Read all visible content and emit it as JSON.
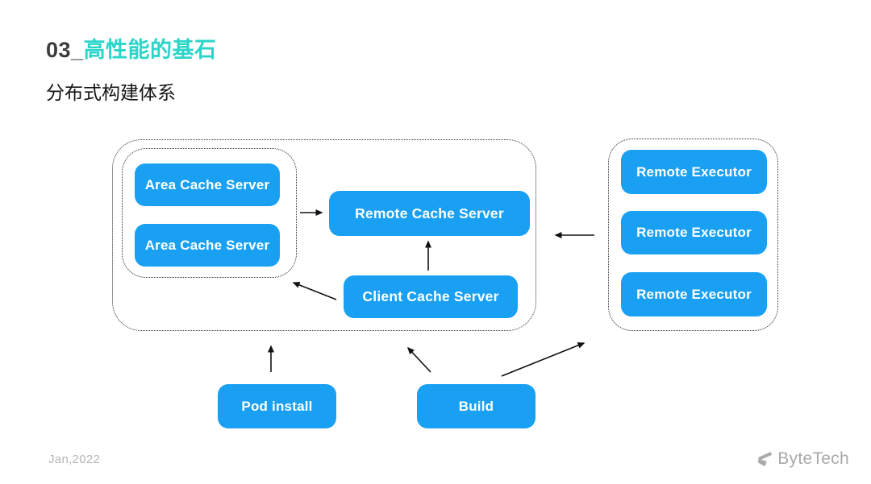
{
  "slide": {
    "title_prefix": "03_",
    "title_accent": "高性能的基石",
    "subtitle": "分布式构建体系",
    "footer": {
      "date": "Jan,2022",
      "brand": "ByteTech"
    }
  },
  "colors": {
    "accent_teal": "#2bd5c9",
    "node_blue": "#1aa0f2",
    "node_text": "#ffffff",
    "arrow": "#121212",
    "dotted_border": "#2e2e2e",
    "muted_gray": "#b5b5b5",
    "brand_gray": "#a9a9a9"
  },
  "diagram": {
    "area_cache_1": "Area Cache Server",
    "area_cache_2": "Area Cache Server",
    "remote_cache": "Remote Cache Server",
    "client_cache": "Client Cache Server",
    "executor_1": "Remote Executor",
    "executor_2": "Remote Executor",
    "executor_3": "Remote Executor",
    "pod_install": "Pod install",
    "build": "Build"
  }
}
